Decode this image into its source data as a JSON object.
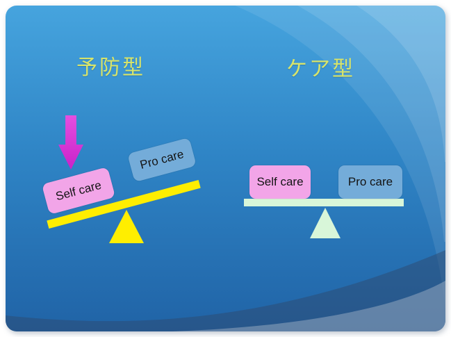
{
  "slide": {
    "left_section": {
      "title": "予防型",
      "boxes": {
        "self_care": "Self care",
        "pro_care": "Pro care"
      }
    },
    "right_section": {
      "title": "ケア型",
      "boxes": {
        "self_care": "Self care",
        "pro_care": "Pro care"
      }
    },
    "icons": {
      "down_arrow": "down-arrow",
      "left_fulcrum": "triangle-fulcrum",
      "right_fulcrum": "triangle-fulcrum"
    },
    "colors": {
      "slide_bg_top": "#46a4de",
      "slide_bg_bottom": "#2063a6",
      "title_text": "#d7e46b",
      "self_care_box": "#f2a5e8",
      "pro_care_box": "#74acd9",
      "unbalanced_bar": "#ffee00",
      "unbalanced_fulcrum": "#ffee00",
      "balanced_bar": "#d8f6d9",
      "balanced_fulcrum": "#d8f6d9",
      "arrow": "#d62fd6"
    }
  }
}
